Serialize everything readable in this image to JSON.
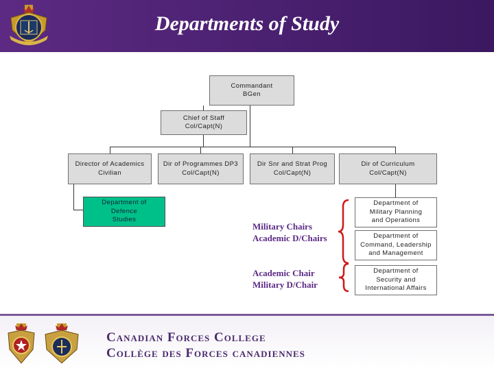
{
  "header": {
    "title": "Departments of Study"
  },
  "org_chart": {
    "commandant": {
      "line1": "Commandant",
      "line2": "BGen"
    },
    "chief_of_staff": {
      "line1": "Chief of Staff",
      "line2": "Col/Capt(N)"
    },
    "directors": [
      {
        "line1": "Director of Academics",
        "line2": "Civilian"
      },
      {
        "line1": "Dir of Programmes DP3",
        "line2": "Col/Capt(N)"
      },
      {
        "line1": "Dir Snr and Strat Prog",
        "line2": "Col/Capt(N)"
      },
      {
        "line1": "Dir of Curriculum",
        "line2": "Col/Capt(N)"
      }
    ],
    "dds": {
      "line1": "Department of",
      "line2": "Defence",
      "line3": "Studies"
    },
    "departments": [
      {
        "line1": "Department of",
        "line2": "Military Planning",
        "line3": "and Operations"
      },
      {
        "line1": "Department of",
        "line2": "Command, Leadership",
        "line3": "and Management"
      },
      {
        "line1": "Department of",
        "line2": "Security and",
        "line3": "International Affairs"
      }
    ],
    "chairs_group_1": {
      "line1": "Military Chairs",
      "line2": "Academic D/Chairs"
    },
    "chairs_group_2": {
      "line1": "Academic Chair",
      "line2": "Military D/Chair"
    }
  },
  "footer": {
    "org_name_en": "Canadian Forces College",
    "org_name_fr": "Collège des Forces canadiennes"
  },
  "colors": {
    "banner": "#4a2070",
    "green_box": "#00c08a",
    "grey_box": "#dcdcdc",
    "brace_red": "#d01818",
    "chairs_text": "#5b2a86"
  }
}
